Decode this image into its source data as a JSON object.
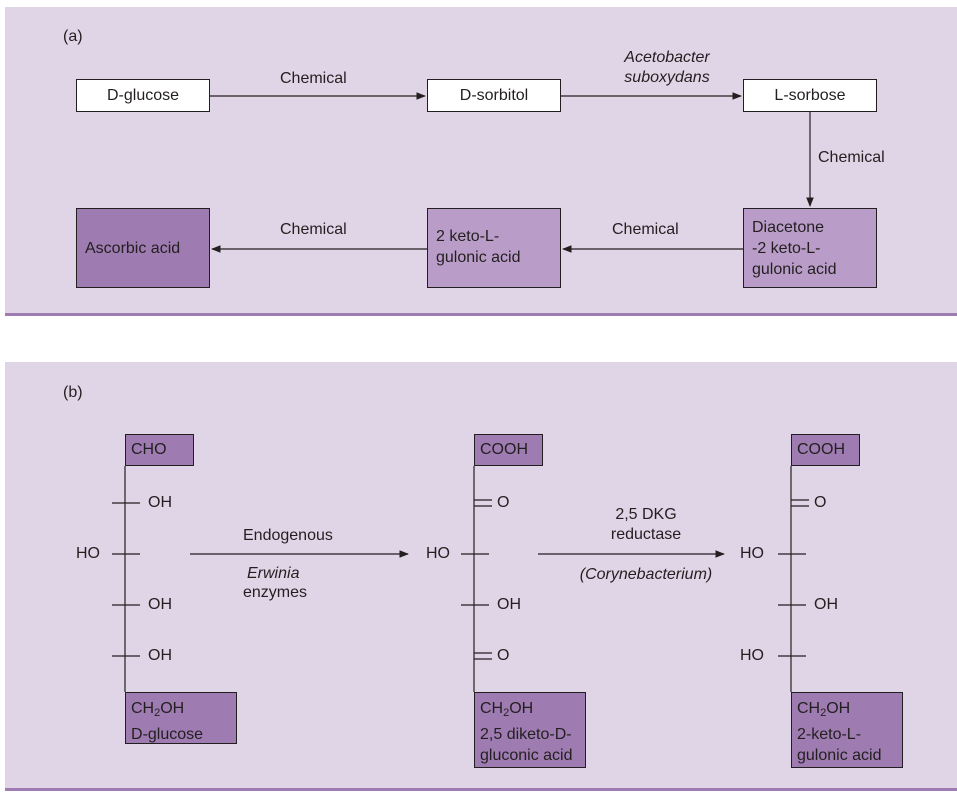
{
  "panel_a": {
    "label": "(a)",
    "glucose_prefix": "D",
    "glucose_rest": "-glucose",
    "sorbitol_prefix": "D",
    "sorbitol_rest": "-sorbitol",
    "sorbose_prefix": "L",
    "sorbose_rest": "-sorbose",
    "step1": "Chemical",
    "step2_line1": "Acetobacter",
    "step2_line2": "suboxydans",
    "step3": "Chemical",
    "diacetone_line1": "Diacetone",
    "diacetone_line2_pre": "-2 keto-",
    "diacetone_line2_sc": "L",
    "diacetone_line2_post": "-",
    "diacetone_line3": "gulonic acid",
    "step4": "Chemical",
    "keto_line1_pre": "2 keto-",
    "keto_line1_sc": "L",
    "keto_line1_post": "-",
    "keto_line2": "gulonic acid",
    "step5": "Chemical",
    "ascorbic": "Ascorbic acid"
  },
  "panel_b": {
    "label": "(b)",
    "s1": {
      "top": "CHO",
      "r1": "OH",
      "r2_left": "HO",
      "r3": "OH",
      "r4": "OH",
      "bottom_line1": "CH",
      "bottom_sub": "2",
      "bottom_line1b": "OH",
      "bottom_line2_sc": "D",
      "bottom_line2_rest": "-glucose"
    },
    "arrow1_top": "Endogenous",
    "arrow1_it": "Erwinia",
    "arrow1_bottom": "enzymes",
    "s2": {
      "top": "COOH",
      "r1": "O",
      "r2_left": "HO",
      "r3": "OH",
      "r4": "O",
      "bottom_line1": "CH",
      "bottom_sub": "2",
      "bottom_line1b": "OH",
      "bottom_line2_pre": "2,5 diketo-",
      "bottom_line2_sc": "D",
      "bottom_line2_post": "-",
      "bottom_line3": "gluconic acid"
    },
    "arrow2_line1": "2,5 DKG",
    "arrow2_line2": "reductase",
    "arrow2_line3": "(Corynebacterium)",
    "s3": {
      "top": "COOH",
      "r1": "O",
      "r2_left": "HO",
      "r3": "OH",
      "r4_left": "HO",
      "bottom_line1": "CH",
      "bottom_sub": "2",
      "bottom_line1b": "OH",
      "bottom_line2_pre": "2-keto-",
      "bottom_line2_sc": "L",
      "bottom_line2_post": "-",
      "bottom_line3": "gulonic acid"
    }
  }
}
